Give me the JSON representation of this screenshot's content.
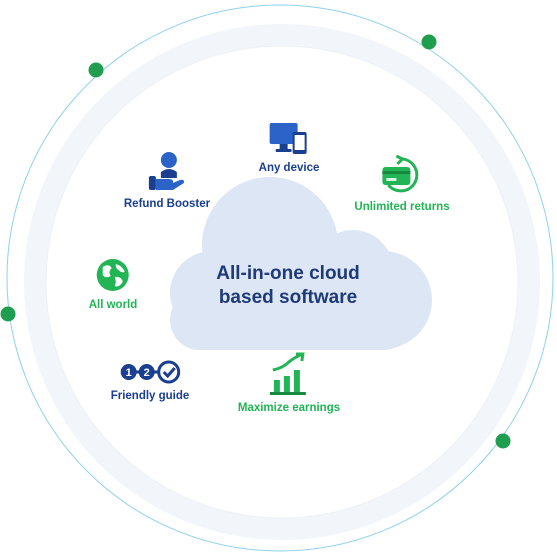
{
  "colors": {
    "primary_blue": "#1a3f8f",
    "accent_green": "#22b455",
    "cloud_fill": "#dde6f4",
    "ring": "#8fd0ee"
  },
  "cloud": {
    "line1": "All-in-one cloud",
    "line2": "based software"
  },
  "features": [
    {
      "label": "Any device",
      "icon": "devices-icon",
      "color": "blue"
    },
    {
      "label": "Refund Booster",
      "icon": "person-hand-icon",
      "color": "blue"
    },
    {
      "label": "Unlimited returns",
      "icon": "card-return-icon",
      "color": "green"
    },
    {
      "label": "All world",
      "icon": "globe-icon",
      "color": "green"
    },
    {
      "label": "Friendly guide",
      "icon": "steps-icon",
      "color": "blue"
    },
    {
      "label": "Maximize earnings",
      "icon": "bar-chart-growth-icon",
      "color": "green"
    }
  ]
}
